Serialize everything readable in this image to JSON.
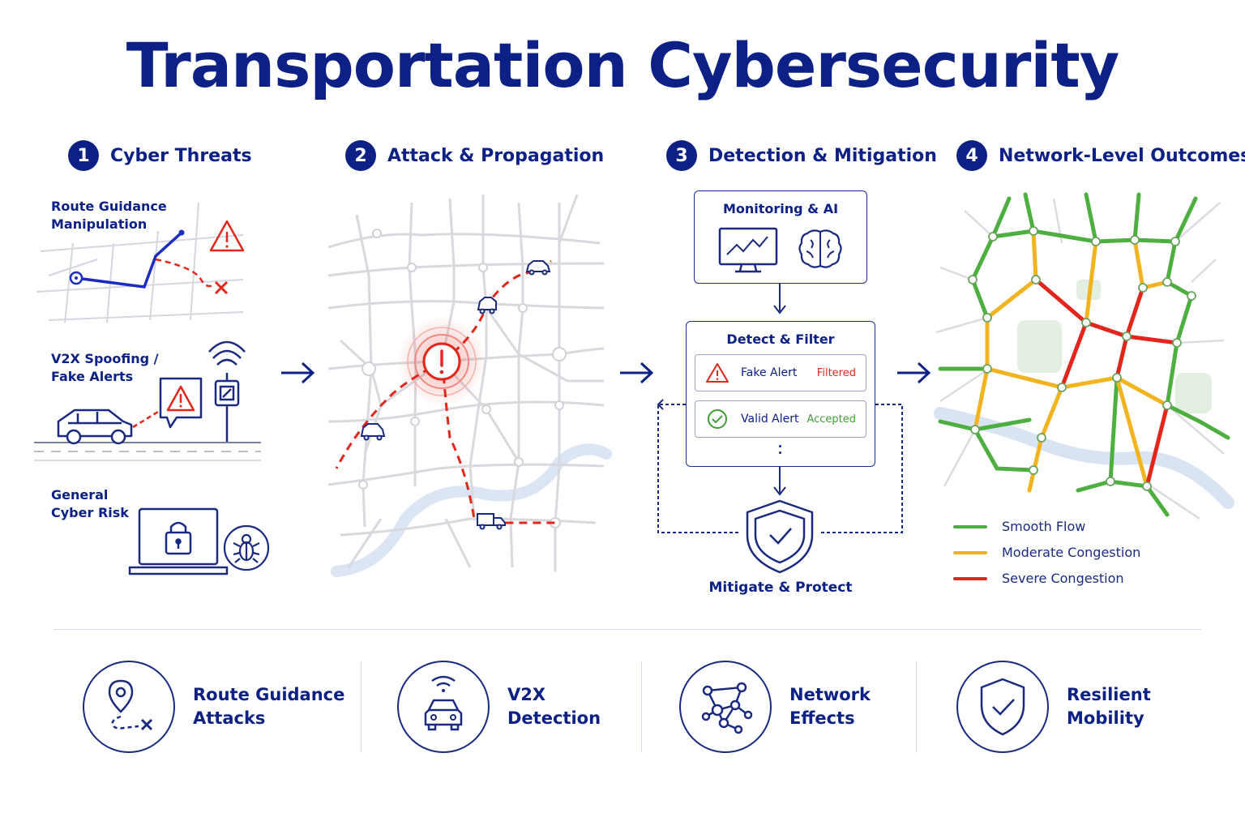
{
  "title": "Transportation Cybersecurity",
  "sections": [
    {
      "num": "1",
      "label": "Cyber Threats"
    },
    {
      "num": "2",
      "label": "Attack & Propagation"
    },
    {
      "num": "3",
      "label": "Detection & Mitigation"
    },
    {
      "num": "4",
      "label": "Network-Level Outcomes"
    }
  ],
  "threats": {
    "route_line1": "Route Guidance",
    "route_line2": "Manipulation",
    "v2x_line1": "V2X Spoofing /",
    "v2x_line2": "Fake Alerts",
    "general_line1": "General",
    "general_line2": "Cyber Risk"
  },
  "detection": {
    "monitoring": "Monitoring & AI",
    "detect_filter": "Detect & Filter",
    "fake_alert": "Fake Alert",
    "fake_status": "Filtered",
    "valid_alert": "Valid Alert",
    "valid_status": "Accepted",
    "mitigate": "Mitigate & Protect"
  },
  "legend": [
    {
      "label": "Smooth Flow",
      "color": "#4caf3f"
    },
    {
      "label": "Moderate Congestion",
      "color": "#f2b320"
    },
    {
      "label": "Severe Congestion",
      "color": "#e3261c"
    }
  ],
  "colors": {
    "navy": "#0c2086",
    "alert_red": "#e3261c",
    "accept_green": "#3f9d35"
  },
  "bottom": [
    {
      "label": "Route Guidance\nAttacks",
      "icon": "map-pin-route-icon"
    },
    {
      "label": "V2X\nDetection",
      "icon": "connected-car-icon"
    },
    {
      "label": "Network\nEffects",
      "icon": "network-graph-icon"
    },
    {
      "label": "Resilient\nMobility",
      "icon": "shield-check-icon"
    }
  ]
}
